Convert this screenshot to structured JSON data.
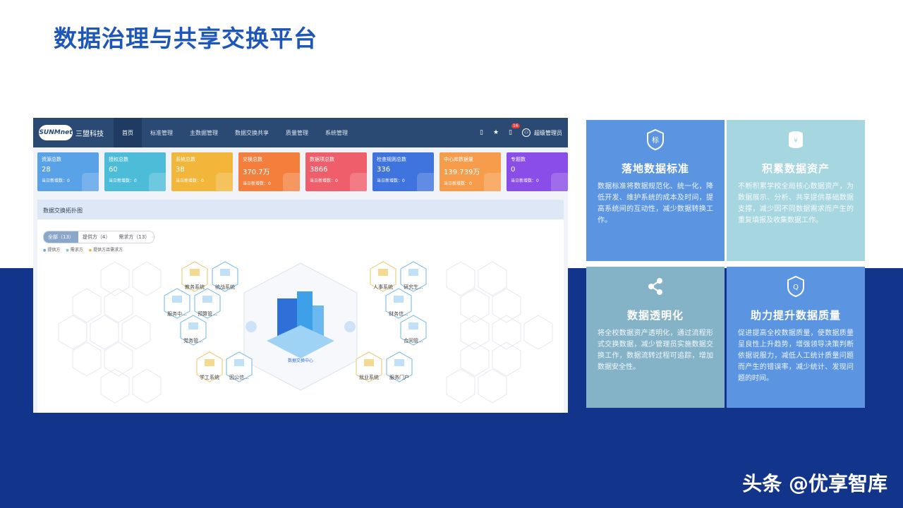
{
  "slide_title": "数据治理与共享交换平台",
  "app": {
    "logo_mark": "SUNMnet",
    "logo_text": "三盟科技",
    "nav": [
      "首页",
      "标准管理",
      "主数据管理",
      "数据交换共享",
      "质量管理",
      "系统管理"
    ],
    "notification_count": "16",
    "user": "超级管理员"
  },
  "stats": [
    {
      "label": "资源总数",
      "value": "28",
      "sub": "当日新增数：0",
      "color": "#5aa2e8"
    },
    {
      "label": "授权总数",
      "value": "60",
      "sub": "当日新增数：0",
      "color": "#4dbcd9"
    },
    {
      "label": "系统总数",
      "value": "38",
      "sub": "当日新增数：0",
      "color": "#f2b63b"
    },
    {
      "label": "交换总数",
      "value": "370.7万",
      "sub": "当日新增数：0",
      "color": "#f47f3d"
    },
    {
      "label": "数据项总数",
      "value": "3866",
      "sub": "当日新增数：0",
      "color": "#ef5f6b"
    },
    {
      "label": "检查规则总数",
      "value": "336",
      "sub": "当日新增数：0",
      "color": "#3f73dd"
    },
    {
      "label": "中心库数据量",
      "value": "139.739万",
      "sub": "当日新增数：0",
      "color": "#f79c4b"
    },
    {
      "label": "专题数",
      "value": "0",
      "sub": "当日新增数：0",
      "color": "#8a4de8"
    }
  ],
  "panel": {
    "title": "数据交换拓扑图",
    "filters": [
      "全部（13）",
      "提供方（4）",
      "需求方（13）"
    ],
    "legend": [
      "提供方",
      "需求方",
      "提供方且需求方"
    ],
    "left_nodes": [
      "教务系统",
      "统战系统",
      "服务中...",
      "预算管...",
      "党务管...",
      "学工系统",
      "因公信..."
    ],
    "right_nodes": [
      "人事系统",
      "研究生...",
      "财务信...",
      "合同管...",
      "就业系统",
      "服务门户"
    ],
    "center_label": "数据交换中心"
  },
  "cards": [
    {
      "title": "落地数据标准",
      "icon": "标",
      "desc": "数据标准将数据规范化、统一化，降低开发、维护系统的成本及时间，提高系统间的互动性，减少数据转换工作。"
    },
    {
      "title": "积累数据资产",
      "icon": "¥",
      "desc": "不断积累学校全局核心数据资产，为数据展示、分析、共享提供基础数据支撑，减少因不同数据需求而产生的重复填报及收集数据工作。"
    },
    {
      "title": "数据透明化",
      "icon": "share",
      "desc": "将全校数据资产透明化，通过流程形式交换数据，减少管理员实施数据交换工作，数据流转过程可追踪，增加数据安全性。"
    },
    {
      "title": "助力提升数据质量",
      "icon": "Q",
      "desc": "促进提高全校数据质量，使数据质量呈良性上升趋势，增强领导决策判断依据说服力，减低人工统计质量问题而产生的错误率，减少统计、发现问题的时间。"
    }
  ],
  "watermark": "头条 @优享智库"
}
